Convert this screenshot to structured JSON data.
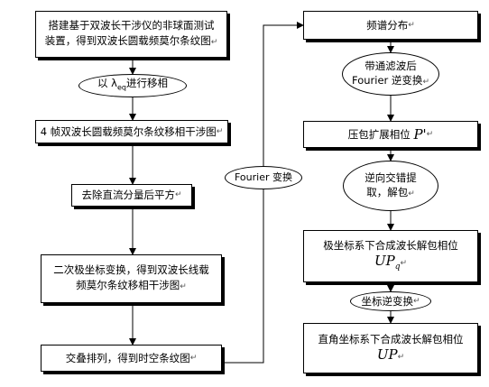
{
  "nodes": {
    "build": {
      "line1": "搭建基于双波长干涉仪的非球面测试",
      "line2": "装置，得到双波长圆载频莫尔条纹图"
    },
    "shift": {
      "text": "以 λ",
      "sub": "eq",
      "text2": "进行移相"
    },
    "four_frames": {
      "text": "4 帧双波长圆载频莫尔条纹移相干涉图"
    },
    "remove_dc": {
      "text": "去除直流分量后平方"
    },
    "polar": {
      "line1": "二次极坐标变换，得到双波长线载",
      "line2": "频莫尔条纹移相干涉图"
    },
    "stack": {
      "text": "交叠排列，得到时空条纹图"
    },
    "fourier": {
      "text": "Fourier 变换"
    },
    "spectrum": {
      "text": "频谱分布"
    },
    "bandpass": {
      "line1": "带通滤波后",
      "line2": "Fourier 逆变换"
    },
    "compress": {
      "text": "压包扩展相位",
      "math": "P'"
    },
    "reverse": {
      "line1": "逆向交错提",
      "line2": "取，解包"
    },
    "polar_up": {
      "line1": "极坐标系下合成波长解包相位",
      "math": "UP",
      "math_sub": "q"
    },
    "coord_inv": {
      "text": "坐标逆变换"
    },
    "rect_up": {
      "line1": "直角坐标系下合成波长解包相位",
      "math": "UP"
    }
  },
  "edit_mark": "↵"
}
